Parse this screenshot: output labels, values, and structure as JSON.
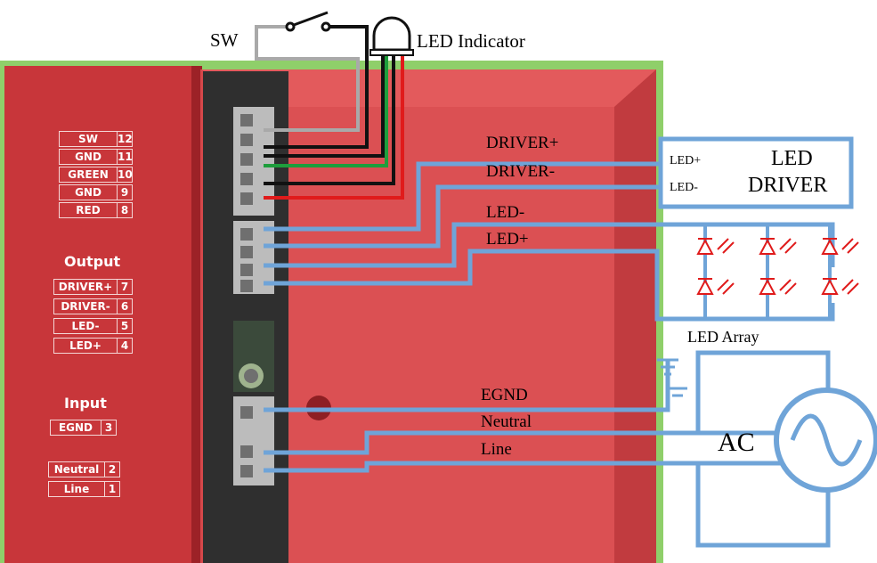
{
  "labels": {
    "sw": "SW",
    "led_indicator": "LED Indicator",
    "driver_plus": "DRIVER+",
    "driver_minus": "DRIVER-",
    "led_minus": "LED-",
    "led_plus": "LED+",
    "egnd": "EGND",
    "neutral": "Neutral",
    "line": "Line",
    "led_array": "LED Array",
    "ac": "AC"
  },
  "led_driver": {
    "title_line1": "LED",
    "title_line2": "DRIVER",
    "pin_plus": "LED+",
    "pin_minus": "LED-"
  },
  "enclosure_labels": {
    "top_group": [
      {
        "name": "SW",
        "num": "12"
      },
      {
        "name": "GND",
        "num": "11"
      },
      {
        "name": "GREEN",
        "num": "10"
      },
      {
        "name": "GND",
        "num": "9"
      },
      {
        "name": "RED",
        "num": "8"
      }
    ],
    "output_title": "Output",
    "output_group": [
      {
        "name": "DRIVER+",
        "num": "7"
      },
      {
        "name": "DRIVER-",
        "num": "6"
      },
      {
        "name": "LED-",
        "num": "5"
      },
      {
        "name": "LED+",
        "num": "4"
      }
    ],
    "input_title": "Input",
    "input_group": [
      {
        "name": "EGND",
        "num": "3"
      }
    ],
    "power_group": [
      {
        "name": "Neutral",
        "num": "2"
      },
      {
        "name": "Line",
        "num": "1"
      }
    ]
  },
  "colors": {
    "enclosure_red": "#cf3a3d",
    "enclosure_dark_red": "#a8242a",
    "background_green": "#8fcf6a",
    "wire_blue": "#6fa4d8",
    "wire_green": "#1e9e3c",
    "wire_red": "#e01b1b",
    "wire_black": "#111111",
    "wire_gray": "#a9a9a9"
  }
}
